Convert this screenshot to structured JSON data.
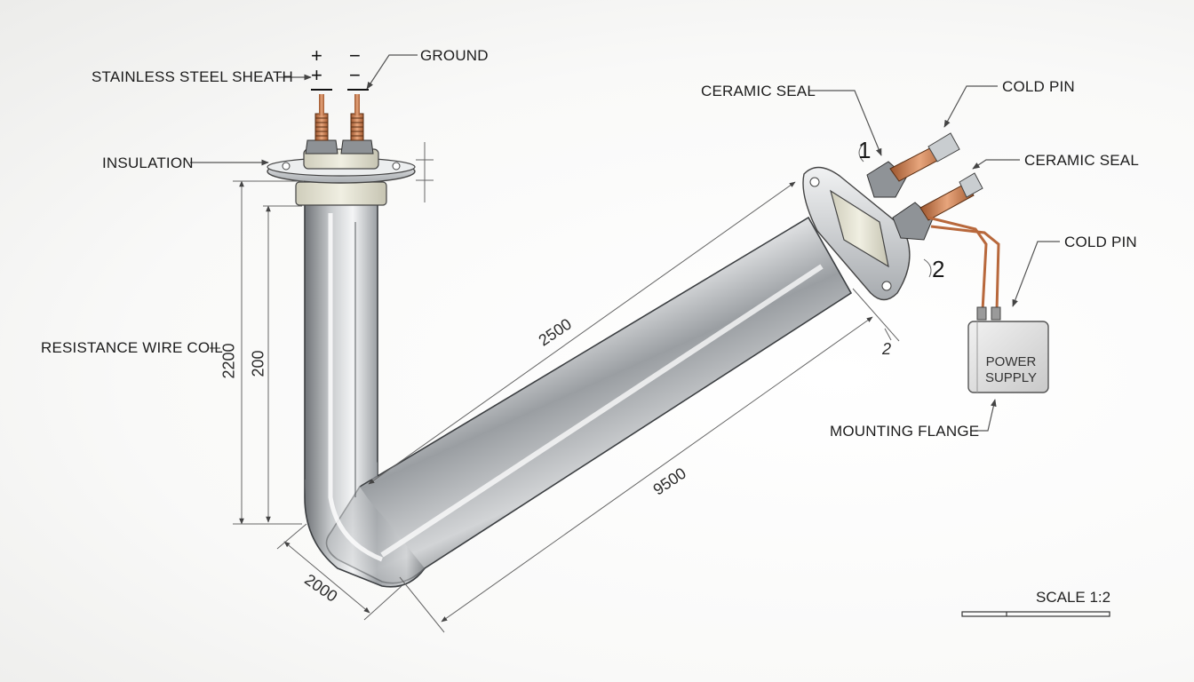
{
  "labels": {
    "stainless_steel_sheath": "STAINLESS STEEL SHEATH",
    "ground": "GROUND",
    "insulation": "INSULATION",
    "resistance_wire_coil": "RESISTANCE WIRE COIL",
    "ceramic_seal_1": "CERAMIC SEAL",
    "ceramic_seal_2": "CERAMIC SEAL",
    "cold_pin_1": "COLD PIN",
    "cold_pin_2": "COLD PIN",
    "mounting_flange": "MOUNTING FLANGE",
    "power_supply": "POWER SUPPLY"
  },
  "terminal_signs": {
    "plus_1": "+",
    "plus_2": "+",
    "minus_1": "−",
    "minus_2": "−"
  },
  "dimensions": {
    "vertical_outer": "2200",
    "vertical_inner": "200",
    "diagonal_upper": "2500",
    "diagonal_lower": "9500",
    "bottom": "2000",
    "flange_gap": "2"
  },
  "callouts": {
    "one": "1",
    "two": "2"
  },
  "scale": "SCALE 1:2",
  "colors": {
    "steel_light": "#f2f3f4",
    "steel_dark": "#6f7377",
    "copper": "#c8784a",
    "ceramic": "#e4e2d2",
    "line": "#555555"
  }
}
